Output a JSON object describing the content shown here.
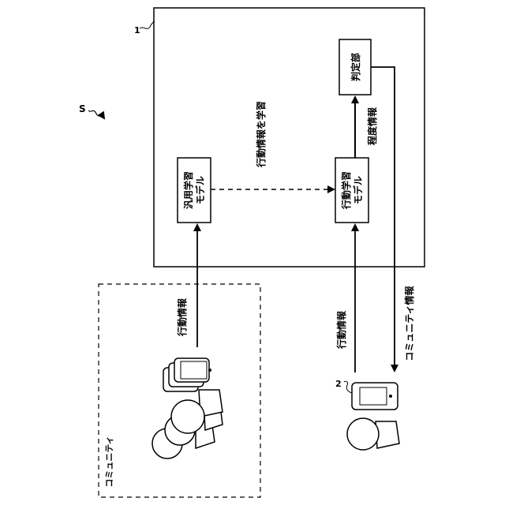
{
  "labels": {
    "system_ref": "S",
    "server_ref": "1",
    "terminal_ref": "2",
    "general_model_line1": "汎用学習",
    "general_model_line2": "モデル",
    "behavior_model_line1": "行動学習",
    "behavior_model_line2": "モデル",
    "judgment_unit": "判定部",
    "learn_behavior": "行動情報を学習",
    "degree_info": "程度情報",
    "behavior_info_community": "行動情報",
    "behavior_info_user": "行動情報",
    "community_info": "コミュニティ情報",
    "community": "コミュニティ"
  }
}
